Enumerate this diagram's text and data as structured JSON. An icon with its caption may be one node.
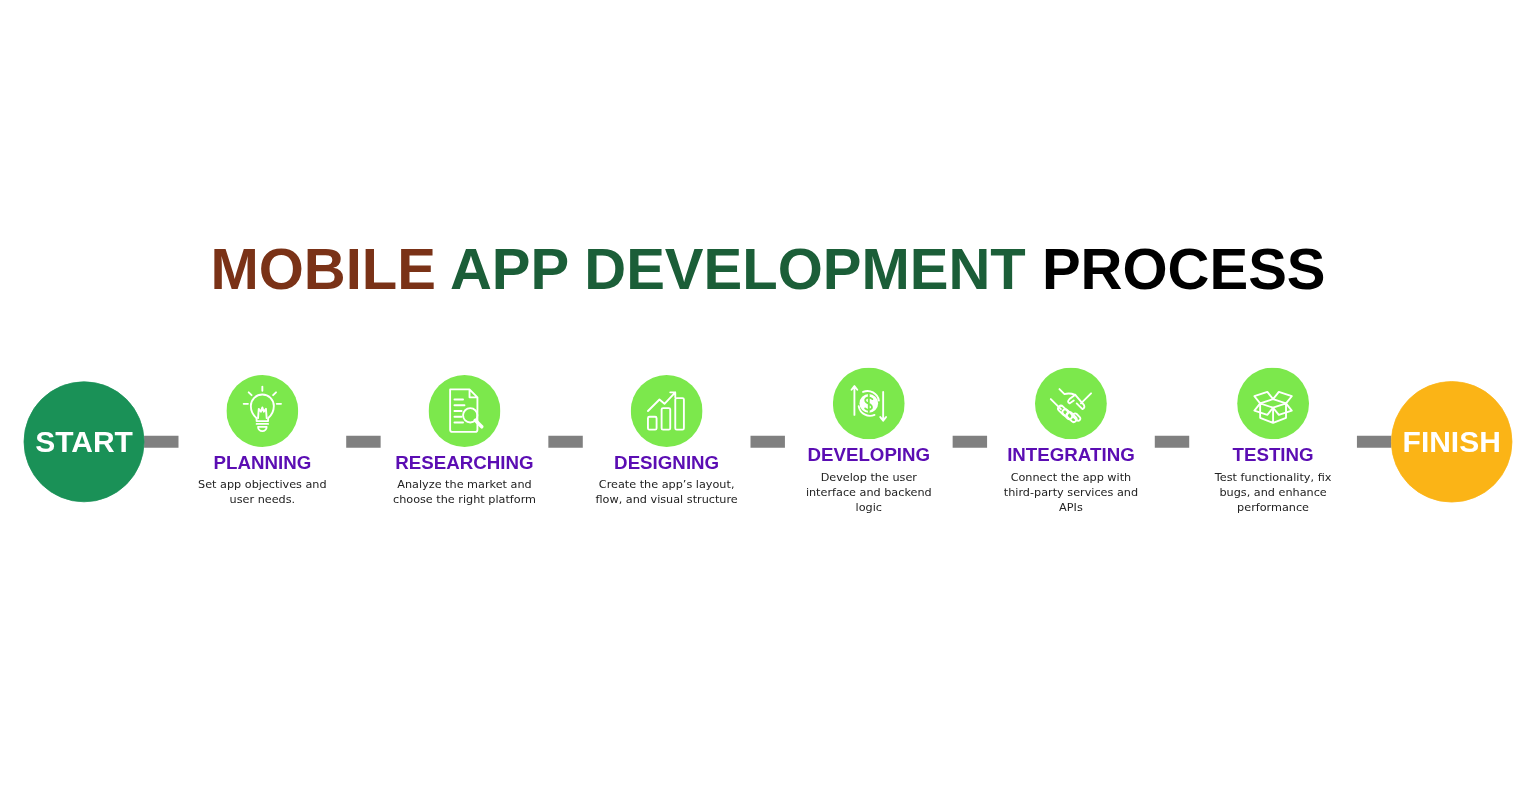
{
  "diagram": {
    "title": "MOBILE APP DEVELOPMENT PROCESS",
    "nodes": [
      {
        "text": [
          "START"
        ]
      },
      {
        "text": [
          "PLANNING",
          "Set app objectives and user needs."
        ]
      },
      {
        "text": [
          "RESEARCHING",
          "Analyze the market and choose the right platform"
        ]
      },
      {
        "text": [
          "DESIGNING",
          "Create the app’s layout, flow, and visual structure"
        ]
      },
      {
        "text": [
          "DEVELOPING",
          "Develop the user interface and backend logic"
        ]
      },
      {
        "text": [
          "INTEGRATING",
          "Connect the app with third-party services and APIs"
        ]
      },
      {
        "text": [
          "TESTING",
          "Test functionality, fix bugs, and enhance performance"
        ]
      },
      {
        "text": [
          "FINISH"
        ]
      }
    ],
    "edges": [
      {
        "from": 0,
        "to": 1,
        "arrow": "none"
      },
      {
        "from": 1,
        "to": 2,
        "arrow": "none"
      },
      {
        "from": 2,
        "to": 3,
        "arrow": "none"
      },
      {
        "from": 3,
        "to": 4,
        "arrow": "none"
      },
      {
        "from": 4,
        "to": 5,
        "arrow": "none"
      },
      {
        "from": 5,
        "to": 6,
        "arrow": "none"
      },
      {
        "from": 6,
        "to": 7,
        "arrow": "none"
      }
    ]
  }
}
